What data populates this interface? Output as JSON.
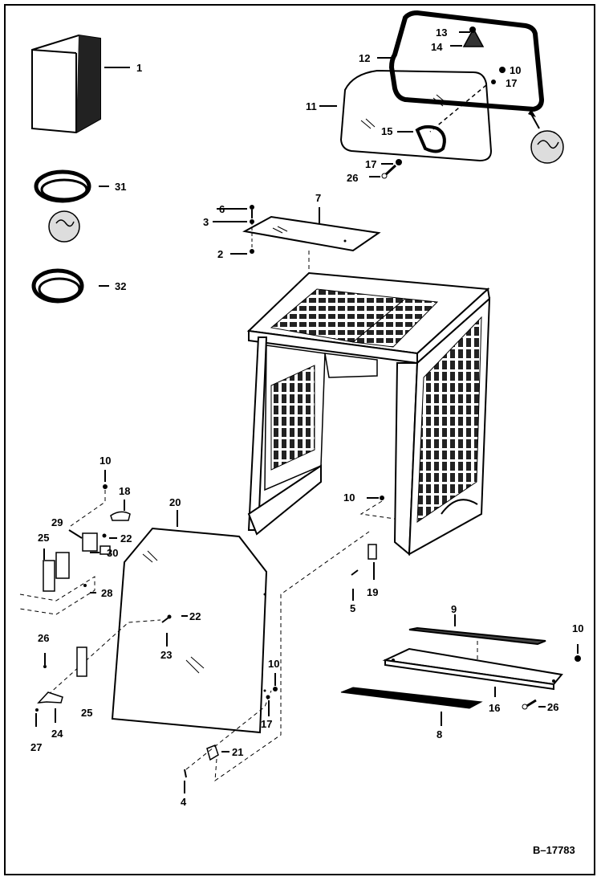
{
  "figure_ref": "B–17783",
  "callouts": {
    "c1": "1",
    "c2": "2",
    "c3": "3",
    "c4": "4",
    "c5": "5",
    "c6": "6",
    "c7": "7",
    "c8": "8",
    "c9": "9",
    "c10a": "10",
    "c10b": "10",
    "c10c": "10",
    "c10d": "10",
    "c10e": "10",
    "c11": "11",
    "c12": "12",
    "c13": "13",
    "c14": "14",
    "c15": "15",
    "c16": "16",
    "c17a": "17",
    "c17b": "17",
    "c17c": "17",
    "c18": "18",
    "c19": "19",
    "c20": "20",
    "c21": "21",
    "c22a": "22",
    "c22b": "22",
    "c23": "23",
    "c24": "24",
    "c25a": "25",
    "c25b": "25",
    "c26a": "26",
    "c26b": "26",
    "c26c": "26",
    "c27": "27",
    "c28": "28",
    "c29": "29",
    "c30": "30",
    "c31": "31",
    "c32": "32"
  },
  "colors": {
    "ink": "#000000",
    "paper": "#ffffff",
    "shade": "#555555"
  }
}
